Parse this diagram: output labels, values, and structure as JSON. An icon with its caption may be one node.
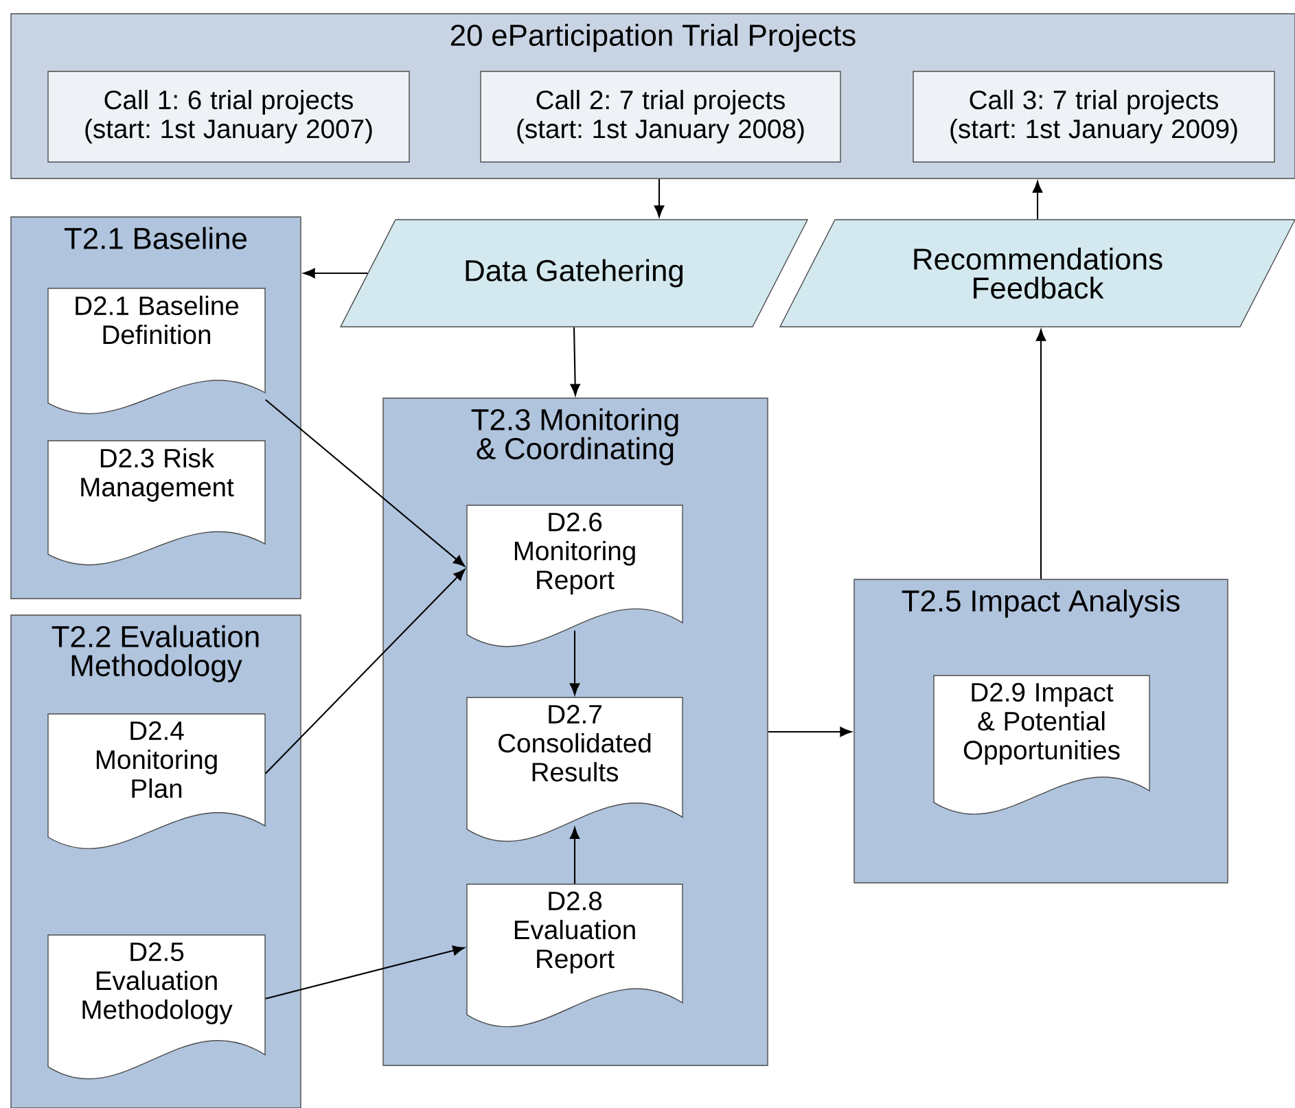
{
  "diagram": {
    "nodes": [
      {
        "text": [
          "20 eParticipation Trial Projects"
        ]
      },
      {
        "text": [
          "Call 1: 6 trial projects (start: 1st January 2007)"
        ],
        "in": 0
      },
      {
        "text": [
          "Call 2: 7 trial projects (start: 1st January 2008)"
        ],
        "in": 0
      },
      {
        "text": [
          "Call 3: 7 trial projects (start: 1st January 2009)"
        ],
        "in": 0
      },
      {
        "text": [
          "Data Gatehering"
        ]
      },
      {
        "text": [
          "Recommendations Feedback"
        ]
      },
      {
        "text": [
          "T2.1 Baseline"
        ]
      },
      {
        "text": [
          "D2.1 Baseline Definition"
        ],
        "in": 6
      },
      {
        "text": [
          "D2.3 Risk Management"
        ],
        "in": 6
      },
      {
        "text": [
          "T2.2 Evaluation Methodology"
        ]
      },
      {
        "text": [
          "D2.4 Monitoring Plan"
        ],
        "in": 9
      },
      {
        "text": [
          "D2.5 Evaluation Methodology"
        ],
        "in": 9
      },
      {
        "text": [
          "T2.3 Monitoring & Coordinating"
        ]
      },
      {
        "text": [
          "D2.6 Monitoring Report"
        ],
        "in": 12
      },
      {
        "text": [
          "D2.7 Consolidated Results"
        ],
        "in": 12
      },
      {
        "text": [
          "D2.8 Evaluation Report"
        ],
        "in": 12
      },
      {
        "text": [
          "T2.5 Impact Analysis"
        ]
      },
      {
        "text": [
          "D2.9 Impact & Potential Opportunities"
        ],
        "in": 16
      }
    ],
    "edges": [
      {
        "from": 0,
        "to": 4,
        "arrow": "to"
      },
      {
        "from": 4,
        "to": 12,
        "arrow": "to"
      },
      {
        "from": 4,
        "to": 6,
        "arrow": "to"
      },
      {
        "from": 5,
        "to": 0,
        "arrow": "to"
      },
      {
        "from": 16,
        "to": 5,
        "arrow": "to"
      },
      {
        "from": 7,
        "to": 13,
        "arrow": "to"
      },
      {
        "from": 10,
        "to": 13,
        "arrow": "to"
      },
      {
        "from": 11,
        "to": 15,
        "arrow": "to"
      },
      {
        "from": 13,
        "to": 14,
        "arrow": "to"
      },
      {
        "from": 15,
        "to": 14,
        "arrow": "to"
      },
      {
        "from": 12,
        "to": 16,
        "arrow": "to"
      }
    ]
  }
}
